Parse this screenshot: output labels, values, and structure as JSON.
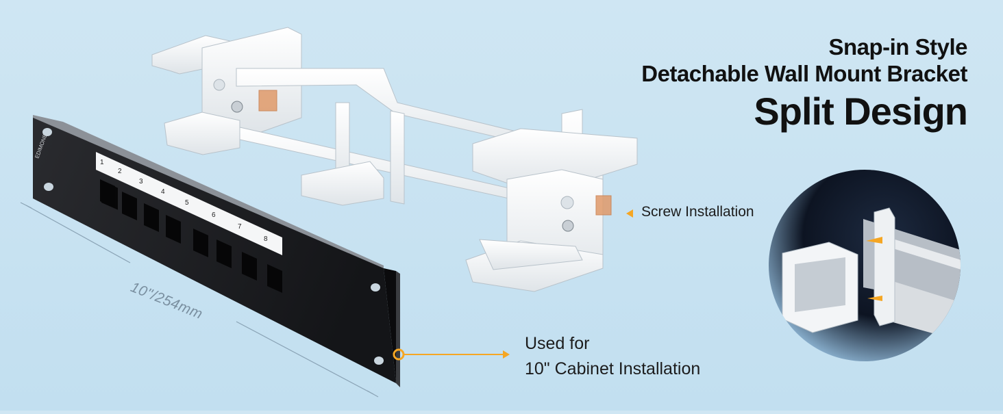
{
  "headline": {
    "line1": "Snap-in Style",
    "line2": "Detachable Wall Mount Bracket",
    "line3": "Split Design"
  },
  "callouts": {
    "screw": "Screw Installation",
    "cabinet_line1": "Used for",
    "cabinet_line2": "10\" Cabinet Installation"
  },
  "dimension": "10\"/254mm",
  "brand": "EDIMONE",
  "ports": [
    "1",
    "2",
    "3",
    "4",
    "5",
    "6",
    "7",
    "8"
  ],
  "colors": {
    "background": "#c6e1f1",
    "accent_arrow": "#f5a623",
    "panel": "#1e1f22",
    "bracket": "#f2f4f5"
  }
}
